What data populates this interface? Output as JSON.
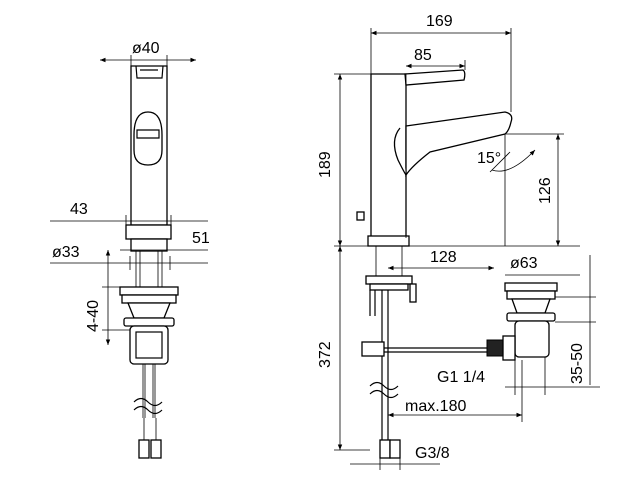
{
  "dimensions": {
    "front_diameter": "ø40",
    "front_width": "43",
    "front_offset": "51",
    "front_base_diameter": "ø33",
    "front_range": "4-40",
    "side_width": "169",
    "side_lever": "85",
    "side_height": "189",
    "side_spout_height": "126",
    "side_angle": "15°",
    "side_reach": "128",
    "side_waste_diameter": "ø63",
    "side_below": "372",
    "side_waste_range": "35-50",
    "side_thread": "G1 1/4",
    "side_max": "max.180",
    "side_connection": "G3/8"
  }
}
